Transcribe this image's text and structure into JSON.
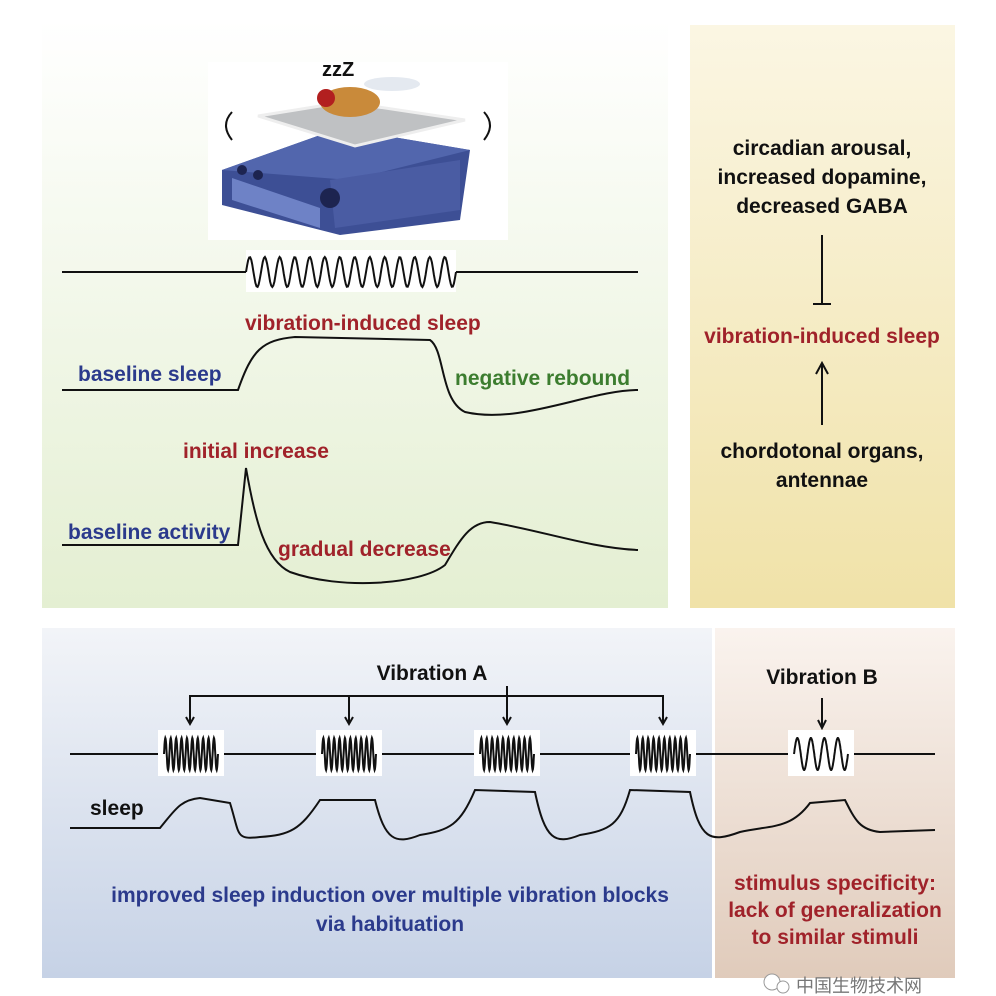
{
  "top_left": {
    "sleep_icon_text": "zzZ",
    "vibration_induced_sleep": "vibration-induced sleep",
    "baseline_sleep": "baseline sleep",
    "negative_rebound": "negative rebound",
    "initial_increase": "initial increase",
    "baseline_activity": "baseline activity",
    "gradual_decrease": "gradual decrease"
  },
  "top_right": {
    "inhibitors_line1": "circadian arousal,",
    "inhibitors_line2": "increased dopamine,",
    "inhibitors_line3": "decreased GABA",
    "center": "vibration-induced sleep",
    "promoters_line1": "chordotonal organs,",
    "promoters_line2": "antennae"
  },
  "bottom_left": {
    "vibration_a": "Vibration A",
    "sleep": "sleep",
    "caption_line1": "improved sleep induction over multiple vibration blocks",
    "caption_line2": "via habituation"
  },
  "bottom_right": {
    "vibration_b": "Vibration B",
    "caption_line1": "stimulus specificity:",
    "caption_line2": "lack of generalization",
    "caption_line3": "to similar stimuli"
  },
  "watermark": "中国生物技术网",
  "colors": {
    "red_text": "#a0222a",
    "blue_text": "#2b3a8c",
    "green_text": "#3c7d2f"
  }
}
